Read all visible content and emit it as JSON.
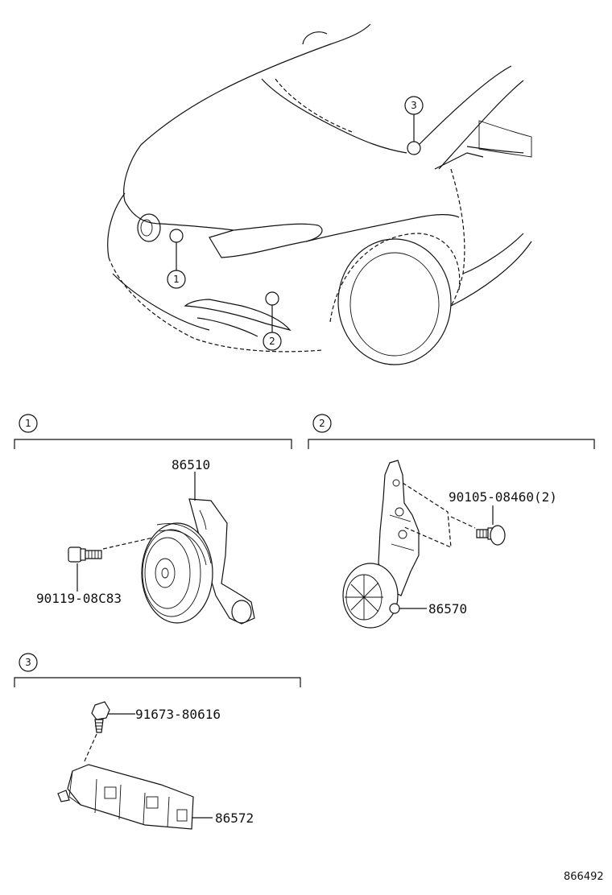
{
  "callouts": {
    "c1": "1",
    "c2": "2",
    "c3": "3"
  },
  "sections": {
    "s1": "1",
    "s2": "2",
    "s3": "3"
  },
  "parts": {
    "p86510": "86510",
    "p90119": "90119-08C83",
    "p90105": "90105-08460(2)",
    "p86570": "86570",
    "p91673": "91673-80616",
    "p86572": "86572"
  },
  "figure_id": "866492"
}
